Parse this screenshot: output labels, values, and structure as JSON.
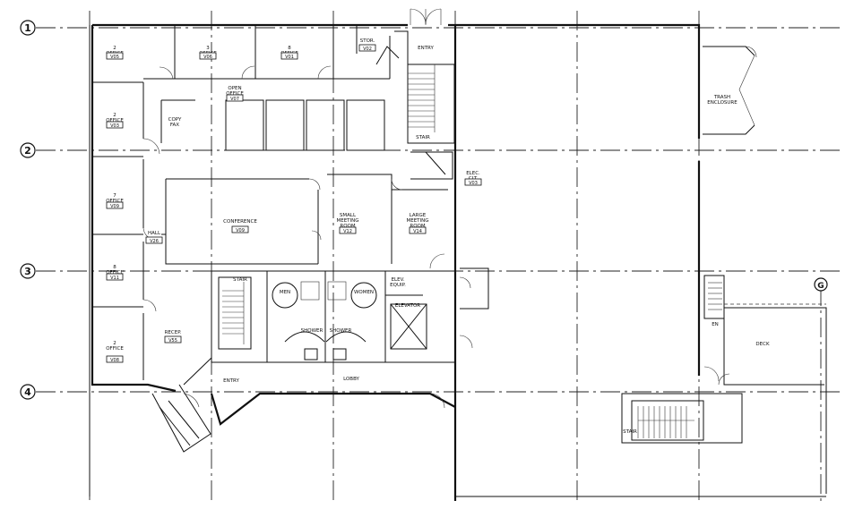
{
  "grid_bubbles": [
    "1",
    "2",
    "3",
    "4",
    "G"
  ],
  "rooms": {
    "office_2a": {
      "name": "2\nOFFICE",
      "tag": "V05"
    },
    "office_3": {
      "name": "3\nOFFICE",
      "tag": "V06"
    },
    "office_8": {
      "name": "8\nOFFICE",
      "tag": "V01"
    },
    "office_2b": {
      "name": "2\nOFFICE",
      "tag": "V03"
    },
    "office_7": {
      "name": "7\nOFFICE",
      "tag": "V09"
    },
    "office_6": {
      "name": "8\nOFFICE",
      "tag": "V11"
    },
    "office_2c": {
      "name": "2\nOFFICE",
      "tag": "V08"
    },
    "storage_top": {
      "name": "STOR.",
      "tag": "V02"
    },
    "copy_fax": {
      "name": "COPY\nFAX"
    },
    "open_office": {
      "name": "OPEN\nOFFICE",
      "tag": "V07"
    },
    "conference": {
      "name": "CONFERENCE",
      "tag": "V09"
    },
    "small_meeting": {
      "name": "SMALL\nMEETING\nROOM",
      "tag": "V12"
    },
    "large_meeting": {
      "name": "LARGE\nMEETING\nROOM",
      "tag": "V14"
    },
    "hall": {
      "name": "HALL",
      "tag": "V26"
    },
    "reception": {
      "name": "RECEP.",
      "tag": "V55"
    },
    "elec_closet": {
      "name": "ELEC.\nCLT.",
      "tag": "V03"
    },
    "elev_equip": {
      "name": "ELEV.\nEQUIP."
    },
    "elevator": {
      "name": "ELEVATOR"
    },
    "mens": {
      "name": "MEN"
    },
    "womens": {
      "name": "WOMEN"
    },
    "shower_1": {
      "name": "SHOWER"
    },
    "shower_2": {
      "name": "SHOWER"
    },
    "stair_top": {
      "name": "STAIR"
    },
    "stair_mid": {
      "name": "STAIR"
    },
    "stair_bottom": {
      "name": "STAIR"
    },
    "entry_top": {
      "name": "ENTRY"
    },
    "entry_bottom": {
      "name": "ENTRY"
    },
    "lobby": {
      "name": "LOBBY"
    },
    "trash": {
      "name": "TRASH\nENCLOSURE"
    },
    "deck": {
      "name": "DECK"
    },
    "en": {
      "name": "EN"
    }
  },
  "icons": {
    "door": "door-swing-arc",
    "stair": "stair-treads",
    "bubble": "grid-bubble-circle"
  },
  "colors": {
    "line": "#111111",
    "background": "#ffffff"
  }
}
